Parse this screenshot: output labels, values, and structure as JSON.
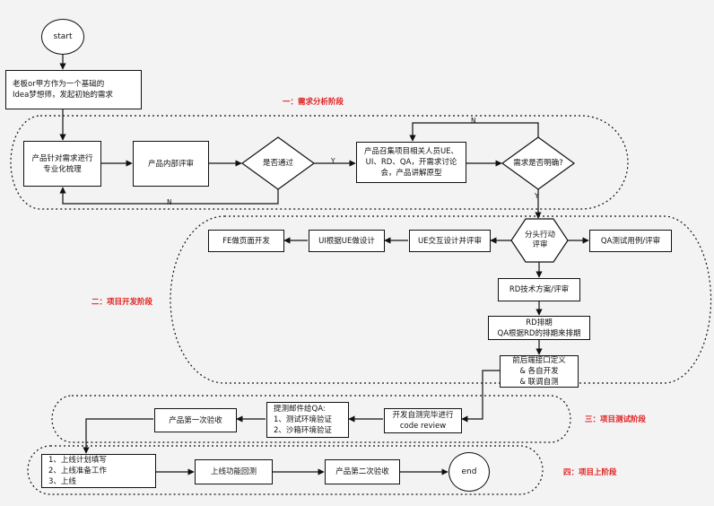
{
  "nodes": {
    "start": "start",
    "boss": "老板or甲方作为一个基础的\nIdea梦想师，发起初始的需求",
    "pm_refine": "产品针对需求进行\n专业化梳理",
    "pm_review": "产品内部评审",
    "pass_check": "是否通过",
    "pm_meeting": "产品召集项目相关人员UE、\nUI、RD、QA，开需求讨论\n会，产品讲解原型",
    "clear_check": "需求是否明确?",
    "split": "分头行动\n评审",
    "ue_design": "UE交互设计并评审",
    "ui_design": "UI根据UE做设计",
    "fe_dev": "FE做页面开发",
    "qa_case": "QA测试用例/评审",
    "rd_plan": "RD技术方案/评审",
    "rd_schedule": "RD排期\nQA根据RD的排期来排期",
    "api_def": "前后端接口定义\n& 各自开发\n& 联调自测",
    "dev_selftest": "开发自测完毕进行\ncode review",
    "test_mail": "提测邮件给QA:\n1、测试环境验证\n2、沙箱环境验证",
    "pm_accept1": "产品第一次验收",
    "launch_plan": "1、上线计划填写\n2、上线准备工作\n3、上线",
    "online_test": "上线功能回测",
    "pm_accept2": "产品第二次验收",
    "end": "end"
  },
  "stages": {
    "s1": "一：需求分析阶段",
    "s2": "二：项目开发阶段",
    "s3": "三：项目测试阶段",
    "s4": "四：项目上阶段"
  },
  "edge_labels": {
    "yes1": "Y",
    "no1": "N",
    "yes2": "Y",
    "no2": "N"
  },
  "colors": {
    "stage_text": "#e02020",
    "line": "#111111",
    "background": "#f3f3f3"
  }
}
